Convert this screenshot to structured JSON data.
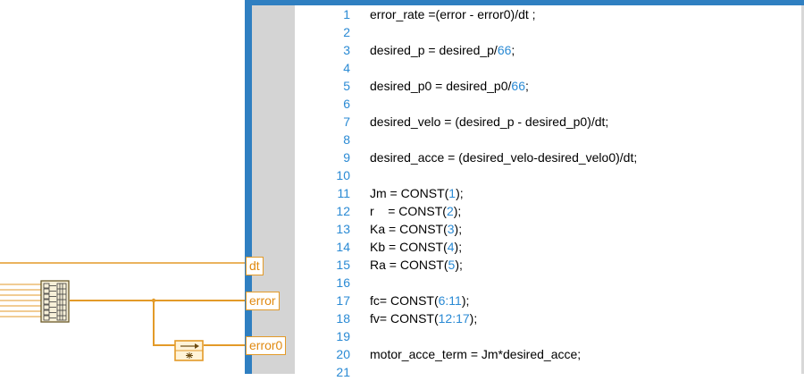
{
  "terminals": [
    {
      "id": "dt",
      "label": "dt"
    },
    {
      "id": "error",
      "label": "error"
    },
    {
      "id": "error0",
      "label": "error0"
    }
  ],
  "code_lines": [
    {
      "no": "1",
      "segments": [
        {
          "t": "error_rate =(error - error0)/dt ;"
        }
      ]
    },
    {
      "no": "2",
      "segments": []
    },
    {
      "no": "3",
      "segments": [
        {
          "t": "desired_p = desired_p/"
        },
        {
          "t": "66",
          "num": true
        },
        {
          "t": ";"
        }
      ]
    },
    {
      "no": "4",
      "segments": []
    },
    {
      "no": "5",
      "segments": [
        {
          "t": "desired_p0 = desired_p0/"
        },
        {
          "t": "66",
          "num": true
        },
        {
          "t": ";"
        }
      ]
    },
    {
      "no": "6",
      "segments": []
    },
    {
      "no": "7",
      "segments": [
        {
          "t": "desired_velo = (desired_p - desired_p0)/dt;"
        }
      ]
    },
    {
      "no": "8",
      "segments": []
    },
    {
      "no": "9",
      "segments": [
        {
          "t": "desired_acce = (desired_velo-desired_velo0)/dt;"
        }
      ]
    },
    {
      "no": "10",
      "segments": []
    },
    {
      "no": "11",
      "segments": [
        {
          "t": "Jm = CONST("
        },
        {
          "t": "1",
          "num": true
        },
        {
          "t": ");"
        }
      ]
    },
    {
      "no": "12",
      "segments": [
        {
          "t": "r    = CONST("
        },
        {
          "t": "2",
          "num": true
        },
        {
          "t": ");"
        }
      ]
    },
    {
      "no": "13",
      "segments": [
        {
          "t": "Ka = CONST("
        },
        {
          "t": "3",
          "num": true
        },
        {
          "t": ");"
        }
      ]
    },
    {
      "no": "14",
      "segments": [
        {
          "t": "Kb = CONST("
        },
        {
          "t": "4",
          "num": true
        },
        {
          "t": ");"
        }
      ]
    },
    {
      "no": "15",
      "segments": [
        {
          "t": "Ra = CONST("
        },
        {
          "t": "5",
          "num": true
        },
        {
          "t": ");"
        }
      ]
    },
    {
      "no": "16",
      "segments": []
    },
    {
      "no": "17",
      "segments": [
        {
          "t": "fc= CONST("
        },
        {
          "t": "6:11",
          "num": true
        },
        {
          "t": ");"
        }
      ]
    },
    {
      "no": "18",
      "segments": [
        {
          "t": "fv= CONST("
        },
        {
          "t": "12:17",
          "num": true
        },
        {
          "t": ");"
        }
      ]
    },
    {
      "no": "19",
      "segments": []
    },
    {
      "no": "20",
      "segments": [
        {
          "t": "motor_acce_term = Jm*desired_acce;"
        }
      ]
    },
    {
      "no": "21",
      "segments": []
    }
  ],
  "colors": {
    "wire": "#e39a28",
    "frame": "#2f7fc1",
    "gutter": "#d4d4d4",
    "line_number": "#2a8ad4",
    "numeric_literal": "#2a8ad4"
  }
}
